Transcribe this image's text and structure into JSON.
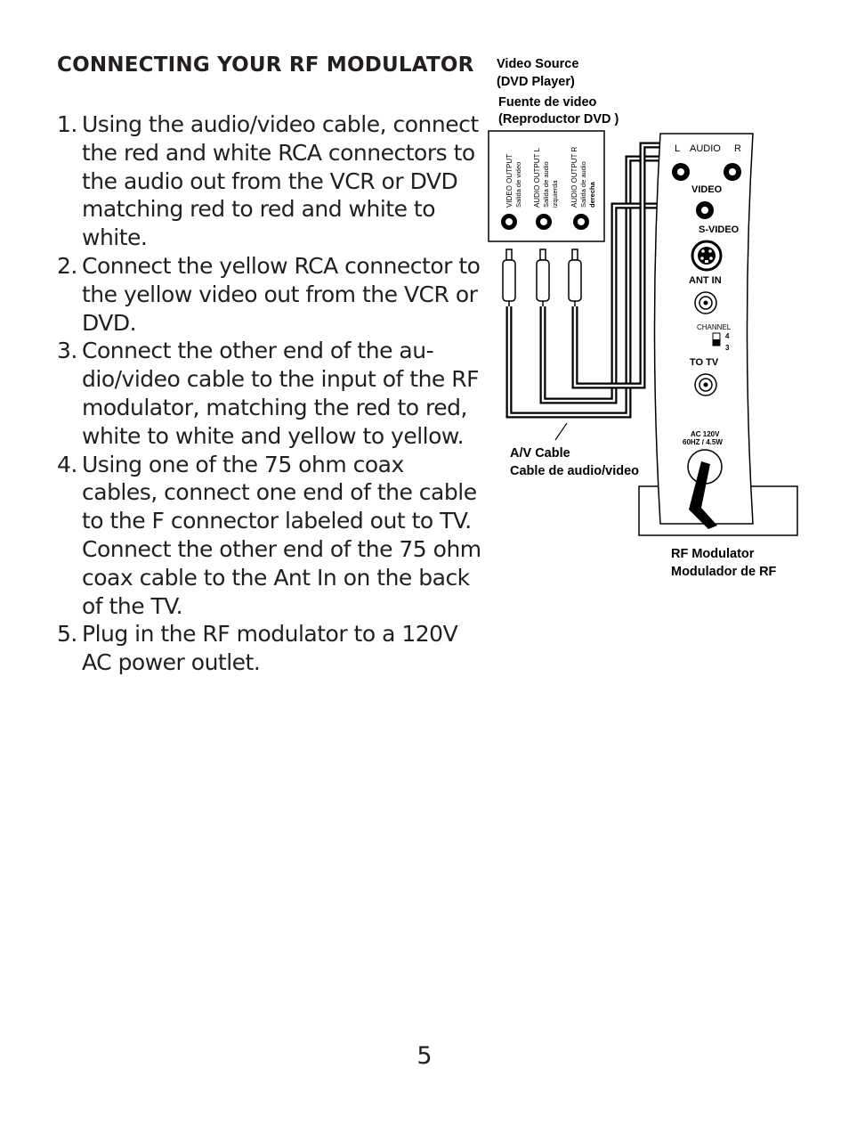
{
  "heading": "CONNECTING YOUR RF MODULATOR",
  "steps": [
    {
      "num": "1.",
      "text": "Using the audio/video cable, connect the red and white RCA connectors to the audio out from the VCR or DVD matching red to red and white to white."
    },
    {
      "num": "2.",
      "text": "Connect the yellow RCA connector to the yellow video out from the VCR or DVD."
    },
    {
      "num": "3.",
      "text": "Connect the other end of the au-dio/video cable to the input of the RF modulator, matching the red to red, white to white and yellow to yellow."
    },
    {
      "num": "4.",
      "text": "Using one of the 75 ohm coax cables, connect one end of the cable to the F connector labeled out to TV. Connect the other end of the 75 ohm coax cable to the Ant In on the back of the TV."
    },
    {
      "num": "5.",
      "text": "Plug in the RF modulator to a 120V AC power outlet."
    }
  ],
  "diagram": {
    "source_en_1": "Video Source",
    "source_en_2": "(DVD Player)",
    "source_es_1": "Fuente de video",
    "source_es_2": "(Reproductor DVD )",
    "out_video_1": "VIDEO OUTPUT",
    "out_video_2": "Salida de video",
    "out_audio_l_1": "AUDIO OUTPUT L",
    "out_audio_l_2": "Salida de audio",
    "out_audio_l_3": "izquierda",
    "out_audio_r_1": "AUDIO OUTPUT R",
    "out_audio_r_2": "Salida de audio",
    "out_audio_r_3": "derecha",
    "mod_l": "L",
    "mod_audio": "AUDIO",
    "mod_r": "R",
    "mod_video": "VIDEO",
    "mod_svideo": "S-VIDEO",
    "mod_antin": "ANT IN",
    "mod_channel": "CHANNEL",
    "mod_ch4": "4",
    "mod_ch3": "3",
    "mod_totv": "TO TV",
    "mod_power_1": "AC 120V",
    "mod_power_2": "60HZ / 4.5W",
    "cable_en": "A/V Cable",
    "cable_es": "Cable de audio/video",
    "modulator_en": "RF Modulator",
    "modulator_es": "Modulador de RF"
  },
  "page_number": "5"
}
